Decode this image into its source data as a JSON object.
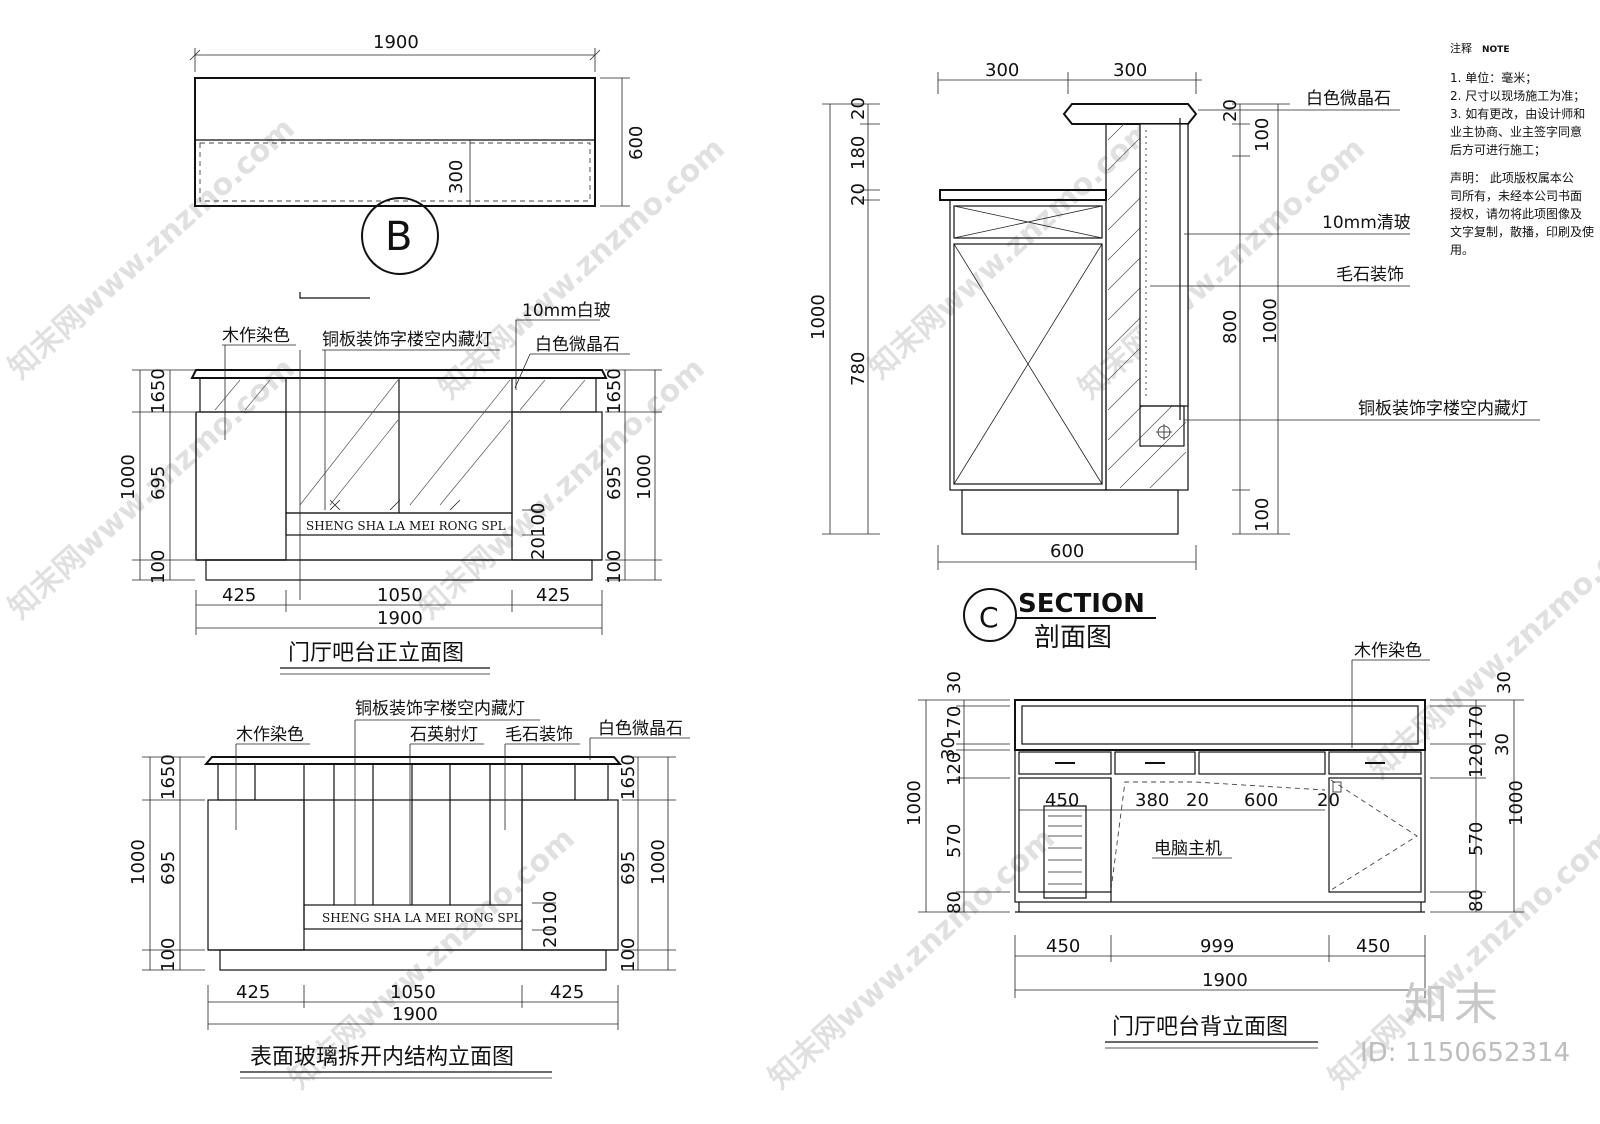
{
  "notes": {
    "heading": "注释",
    "heading_en": "NOTE",
    "items": [
      "1. 单位：毫米；",
      "2. 尺寸以现场施工为准；",
      "3. 如有更改，由设计师和",
      "业主协商、业主签字同意",
      "后方可进行施工；"
    ],
    "statement": [
      "声明：  此项版权属本公",
      "司所有，未经本公司书面",
      "授权，请勿将此项图像及",
      "文字复制，散播，印刷及使",
      "用。"
    ]
  },
  "plan": {
    "dim_width": "1900",
    "dim_depth": "600",
    "dim_inner": "300",
    "section_marker": "B"
  },
  "front": {
    "title": "门厅吧台正立面图",
    "labels": {
      "wood": "木作染色",
      "copper": "铜板装饰字楼空内藏灯",
      "glass": "10mm白玻",
      "stone": "白色微晶石"
    },
    "sign_text": "SHENG SHA LA MEI RONG SPL",
    "dims": {
      "top_a": "1650",
      "top_b": "1650",
      "mid": "695",
      "base": "100",
      "total": "1000",
      "sign_a": "20",
      "sign_b": "100",
      "sign_c": "20",
      "w1": "425",
      "w2": "1050",
      "w3": "425",
      "wt": "1900"
    }
  },
  "inner": {
    "title": "表面玻璃拆开内结构立面图",
    "labels": {
      "copper": "铜板装饰字楼空内藏灯",
      "wood": "木作染色",
      "spot": "石英射灯",
      "rough": "毛石装饰",
      "stone": "白色微晶石"
    },
    "sign_text": "SHENG SHA LA MEI RONG SPL",
    "dims": {
      "top_a": "1650",
      "top_b": "1650",
      "mid": "695",
      "base": "100",
      "total": "1000",
      "sign_a": "20",
      "sign_b": "100",
      "sign_c": "20",
      "w1": "425",
      "w2": "1050",
      "w3": "425",
      "wt": "1900"
    }
  },
  "section": {
    "title_en": "SECTION",
    "title_cn": "剖面图",
    "marker": "C",
    "labels": {
      "stone": "白色微晶石",
      "glass": "10mm清玻",
      "rough": "毛石装饰",
      "copper": "铜板装饰字楼空内藏灯"
    },
    "dims": {
      "top_l": "300",
      "top_r": "300",
      "left_total": "1000",
      "l20a": "20",
      "l180": "180",
      "l20b": "20",
      "l780": "780",
      "r20": "20",
      "r100": "100",
      "r800": "800",
      "r100b": "100",
      "right_total": "1000",
      "bottom": "600"
    }
  },
  "back": {
    "title": "门厅吧台背立面图",
    "labels": {
      "wood": "木作染色",
      "pc": "电脑主机"
    },
    "dims": {
      "l30": "30",
      "l170": "170",
      "l30b": "30",
      "l120": "120",
      "l570": "570",
      "l80": "80",
      "ltotal": "1000",
      "r30": "30",
      "r170": "170",
      "r120": "120",
      "r30b": "30",
      "r570": "570",
      "r80": "80",
      "rtotal": "1000",
      "i450": "450",
      "i380": "380",
      "i20": "20",
      "i600": "600",
      "i20b": "20",
      "w1": "450",
      "w2": "999",
      "w3": "450",
      "wt": "1900"
    }
  },
  "watermark": {
    "site": "知末网www.znzmo.com",
    "brand": "知末",
    "id": "ID: 1150652314"
  }
}
